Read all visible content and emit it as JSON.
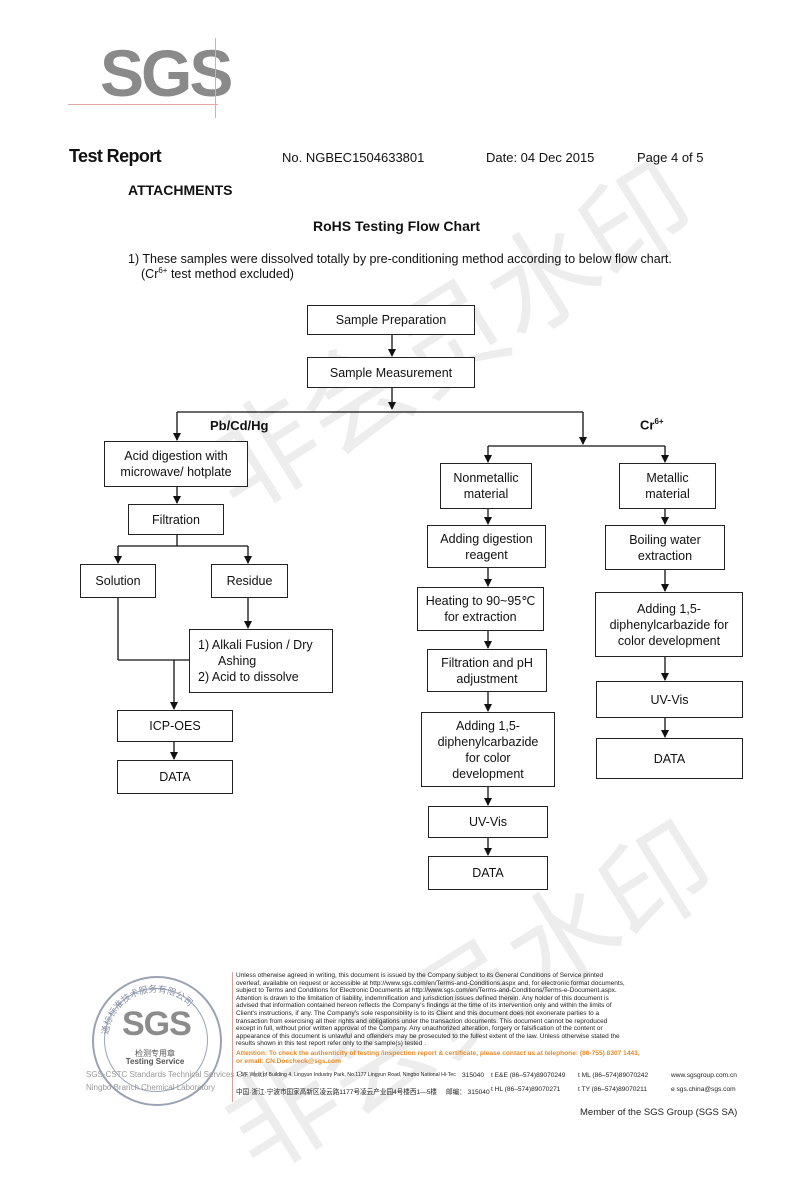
{
  "logo": {
    "text": "SGS"
  },
  "header": {
    "title": "Test Report",
    "report_no": "No. NGBEC1504633801",
    "date": "Date: 04 Dec 2015",
    "page": "Page 4 of 5"
  },
  "section": "ATTACHMENTS",
  "flow_title": "RoHS Testing Flow Chart",
  "intro": {
    "line1": "1) These samples were dissolved totally by pre-conditioning method according to below flow chart.",
    "line2_prefix": "(Cr",
    "line2_sup": "6+",
    "line2_suffix": " test method excluded)"
  },
  "flow": {
    "prep": "Sample Preparation",
    "measure": "Sample Measurement",
    "branch_left": "Pb/Cd/Hg",
    "branch_right_base": "Cr",
    "branch_right_sup": "6+",
    "left": {
      "acid": [
        "Acid digestion with",
        "microwave/ hotplate"
      ],
      "filtration": "Filtration",
      "solution": "Solution",
      "residue": "Residue",
      "fusion": [
        "1) Alkali Fusion / Dry",
        "Ashing",
        "2) Acid to dissolve"
      ],
      "icp": "ICP-OES",
      "data": "DATA"
    },
    "middle": {
      "nonmetal": [
        "Nonmetallic",
        "material"
      ],
      "reagent": [
        "Adding digestion",
        "reagent"
      ],
      "heating": [
        "Heating to 90~95℃",
        "for extraction"
      ],
      "filtph": [
        "Filtration and pH",
        "adjustment"
      ],
      "dpc": [
        "Adding 1,5-",
        "diphenylcarbazide",
        "for color",
        "development"
      ],
      "uvvis": "UV-Vis",
      "data": "DATA"
    },
    "right": {
      "metal": [
        "Metallic",
        "material"
      ],
      "boiling": [
        "Boiling water",
        "extraction"
      ],
      "dpc": [
        "Adding 1,5-",
        "diphenylcarbazide for",
        "color development"
      ],
      "uvvis": "UV-Vis",
      "data": "DATA"
    }
  },
  "watermark": "非会员水印",
  "seal": {
    "ring_text": "通标标准技术服务有限公司",
    "sgs": "SGS",
    "line1": "检测专用章",
    "line2": "Testing Service",
    "company1": "SGS-CSTC Standards Technical Services Co., Ltd.",
    "company2": "Ningbo Branch Chemical Laboratory"
  },
  "footer": {
    "legal": [
      "Unless otherwise agreed in writing, this document is issued by the Company subject to its General Conditions of Service printed",
      "overleaf, available on request or accessible at http://www.sgs.com/en/Terms-and-Conditions.aspx and, for electronic format documents,",
      "subject to Terms and Conditions for Electronic Documents at http://www.sgs.com/en/Terms-and-Conditions/Terms-e-Document.aspx.",
      "Attention is drawn to the limitation of liability, indemnification and jurisdiction issues defined therein. Any holder of this document is",
      "advised that information contained hereon reflects the Company's findings at the time of its intervention only and within the limits of",
      "Client's instructions, if any. The Company's sole responsibility is to its Client and this document does not exonerate parties to a",
      "transaction from exercising all their rights and obligations under the transaction documents. This document cannot be reproduced",
      "except in full, without prior written approval of the Company. Any unauthorized alteration, forgery or falsification of the content or",
      "appearance of this document is unlawful and offenders may be prosecuted to the fullest extent of the law. Unless otherwise stated the",
      "results shown in this test report refer only to the sample(s) tested ."
    ],
    "attention1": "Attention: To check the authenticity of testing /inspection report & certificate, please contact us at telephone: (86-755) 8307 1443,",
    "attention2": "or email: CN.Doccheck@sgs.com",
    "addr_en": "1-5/F West of Building 4, Lingyun Industry Park, No.1177 Lingyun Road, Ningbo National Hi-Tech Zone, Ningbo, Zhejiang, China",
    "zip_en": "315040",
    "tel_en": "t E&E (86–574)89070249",
    "fax_en": "t ML (86–574)89070242",
    "web": "www.sgsgroup.com.cn",
    "addr_cn": "中国·浙江·宁波市国家高新区凌云路1177号凌云产业园4号楼西1—5楼",
    "zip_cn": "邮编： 315040",
    "tel_cn": "t HL (86–574)89070271",
    "fax_cn": "t TY (86–574)89070211",
    "email": "e sgs.china@sgs.com",
    "member": "Member of the SGS Group (SGS SA)"
  }
}
